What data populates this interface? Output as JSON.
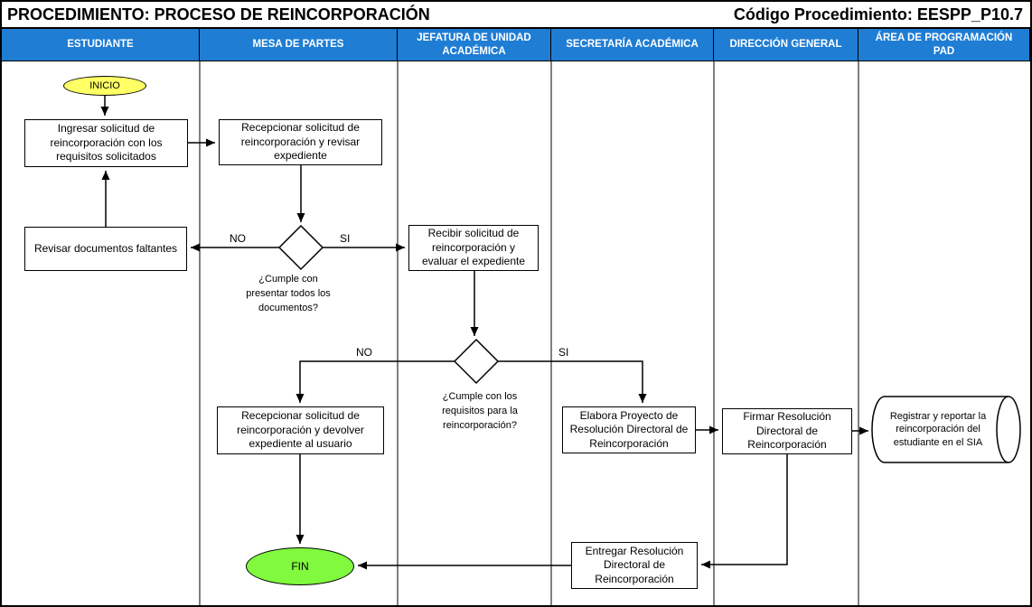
{
  "title_bar": {
    "title": "PROCEDIMIENTO: PROCESO DE REINCORPORACIÓN",
    "code": "Código Procedimiento: EESPP_P10.7"
  },
  "lanes": [
    {
      "label": "ESTUDIANTE"
    },
    {
      "label": "MESA DE PARTES"
    },
    {
      "label": "JEFATURA DE UNIDAD ACADÉMICA"
    },
    {
      "label": "SECRETARÍA ACADÉMICA"
    },
    {
      "label": "DIRECCIÓN GENERAL"
    },
    {
      "label": "ÁREA DE PROGRAMACIÓN PAD"
    }
  ],
  "nodes": {
    "inicio": {
      "label": "INICIO",
      "type": "terminator",
      "lane": "ESTUDIANTE"
    },
    "ingresar": {
      "label": "Ingresar solicitud de reincorporación con los requisitos solicitados",
      "type": "process",
      "lane": "ESTUDIANTE"
    },
    "recepcionar": {
      "label": "Recepcionar solicitud de reincorporación y revisar expediente",
      "type": "process",
      "lane": "MESA DE PARTES"
    },
    "revisar": {
      "label": "Revisar documentos faltantes",
      "type": "process",
      "lane": "ESTUDIANTE"
    },
    "recibir": {
      "label": "Recibir solicitud de reincorporación y evaluar el expediente",
      "type": "process",
      "lane": "JEFATURA DE UNIDAD ACADÉMICA"
    },
    "devolver": {
      "label": "Recepcionar solicitud de reincorporación y devolver expediente al usuario",
      "type": "process",
      "lane": "MESA DE PARTES"
    },
    "elabora": {
      "label": "Elabora Proyecto de Resolución Directoral de Reincorporación",
      "type": "process",
      "lane": "SECRETARÍA ACADÉMICA"
    },
    "firmar": {
      "label": "Firmar Resolución Directoral de Reincorporación",
      "type": "process",
      "lane": "DIRECCIÓN GENERAL"
    },
    "registrar": {
      "label": "Registrar y reportar la reincorporación del estudiante en el SIA",
      "type": "stored-data",
      "lane": "ÁREA DE PROGRAMACIÓN PAD"
    },
    "entregar": {
      "label": "Entregar Resolución Directoral de Reincorporación",
      "type": "process",
      "lane": "SECRETARÍA ACADÉMICA"
    },
    "fin": {
      "label": "FIN",
      "type": "terminator",
      "lane": "MESA DE PARTES"
    }
  },
  "decisions": {
    "d1": {
      "question": "¿Cumple con presentar todos los documentos?",
      "no": "NO",
      "si": "SI",
      "lane": "MESA DE PARTES"
    },
    "d2": {
      "question": "¿Cumple con los requisitos para la reincorporación?",
      "no": "NO",
      "si": "SI",
      "lane": "JEFATURA DE UNIDAD ACADÉMICA"
    }
  },
  "edges": [
    {
      "from": "inicio",
      "to": "ingresar"
    },
    {
      "from": "ingresar",
      "to": "recepcionar"
    },
    {
      "from": "recepcionar",
      "to": "d1"
    },
    {
      "from": "d1",
      "to": "revisar",
      "label": "NO"
    },
    {
      "from": "revisar",
      "to": "ingresar"
    },
    {
      "from": "d1",
      "to": "recibir",
      "label": "SI"
    },
    {
      "from": "recibir",
      "to": "d2"
    },
    {
      "from": "d2",
      "to": "devolver",
      "label": "NO"
    },
    {
      "from": "d2",
      "to": "elabora",
      "label": "SI"
    },
    {
      "from": "devolver",
      "to": "fin"
    },
    {
      "from": "elabora",
      "to": "firmar"
    },
    {
      "from": "firmar",
      "to": "registrar"
    },
    {
      "from": "firmar",
      "to": "entregar"
    },
    {
      "from": "entregar",
      "to": "fin"
    }
  ],
  "colors": {
    "lane_header_bg": "#1F7DD4",
    "lane_header_text": "#FFFFFF",
    "inicio_fill": "#FFFF66",
    "fin_fill": "#80F93E",
    "node_fill": "#FFFFFF",
    "line_color": "#000000"
  }
}
